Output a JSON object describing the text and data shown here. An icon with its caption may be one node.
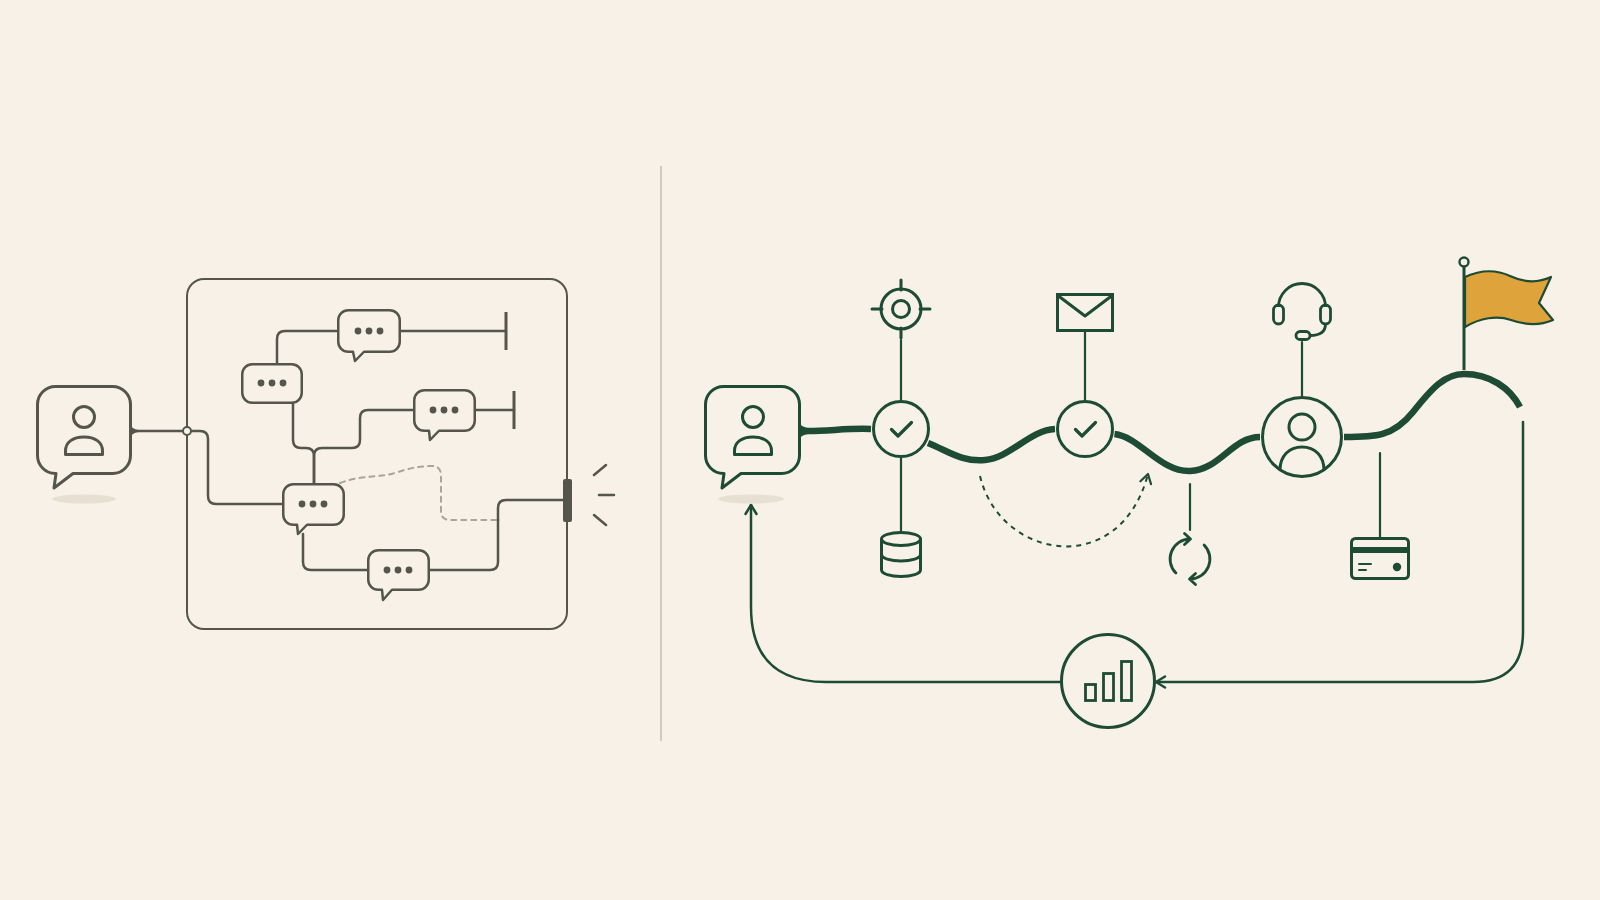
{
  "diagram": {
    "nodes": [
      {
        "text": [],
        "shape": "bubble"
      },
      {
        "text": [],
        "shape": "circle"
      },
      {
        "text": [],
        "shape": "box"
      },
      {
        "text": [],
        "shape": "bubble",
        "in": 2
      },
      {
        "text": [],
        "shape": "bubble",
        "in": 2
      },
      {
        "text": [],
        "shape": "bubble",
        "in": 2
      },
      {
        "text": [],
        "shape": "bubble",
        "in": 2
      },
      {
        "text": [],
        "shape": "bubble",
        "in": 2
      },
      {
        "text": [],
        "shape": "bar"
      },
      {
        "text": [],
        "shape": "picture"
      },
      {
        "text": [],
        "shape": "picture"
      },
      {
        "text": [],
        "shape": "picture"
      },
      {
        "text": [],
        "shape": "picture"
      },
      {
        "text": [],
        "shape": "bubble"
      },
      {
        "text": [],
        "shape": "circle"
      },
      {
        "text": [],
        "shape": "circle"
      },
      {
        "text": [],
        "shape": "circle"
      },
      {
        "text": [],
        "shape": "cylinder"
      },
      {
        "text": [],
        "shape": "picture"
      },
      {
        "text": [],
        "shape": "picture"
      },
      {
        "text": [],
        "shape": "circle"
      }
    ],
    "edges": [
      {
        "from": 0,
        "to": 1,
        "arrow": "none",
        "color": "#56554c"
      },
      {
        "from": 1,
        "to": 6,
        "arrow": "none",
        "color": "#56554c"
      },
      {
        "from": 4,
        "to": 3,
        "arrow": "none",
        "color": "#56554c"
      },
      {
        "from": 3,
        "to": null,
        "arrow": "other",
        "color": "#56554c"
      },
      {
        "from": 6,
        "to": 4,
        "arrow": "none",
        "color": "#56554c"
      },
      {
        "from": 6,
        "to": 5,
        "arrow": "none",
        "color": "#56554c"
      },
      {
        "from": 5,
        "to": null,
        "arrow": "other",
        "color": "#56554c"
      },
      {
        "from": 6,
        "to": 7,
        "arrow": "none",
        "color": "#56554c"
      },
      {
        "from": 7,
        "to": 8,
        "arrow": "none",
        "color": "#56554c"
      },
      {
        "from": 6,
        "to": 8,
        "arrow": "none",
        "style": "dashed",
        "color": "#aaa59a"
      },
      {
        "from": 13,
        "to": 14,
        "arrow": "none",
        "style": "thick"
      },
      {
        "from": 14,
        "to": 15,
        "arrow": "none",
        "style": "thick"
      },
      {
        "from": 15,
        "to": 16,
        "arrow": "none",
        "style": "thick"
      },
      {
        "from": 16,
        "to": 12,
        "arrow": "none",
        "style": "thick"
      },
      {
        "from": 12,
        "to": null,
        "arrow": "none",
        "style": "thick"
      },
      {
        "from": 9,
        "to": 14,
        "arrow": "none"
      },
      {
        "from": 14,
        "to": 17,
        "arrow": "none"
      },
      {
        "from": 10,
        "to": 15,
        "arrow": "none"
      },
      {
        "from": 11,
        "to": 16,
        "arrow": "none"
      },
      {
        "from": null,
        "to": 18,
        "arrow": "none"
      },
      {
        "from": null,
        "to": 19,
        "arrow": "none"
      },
      {
        "from": null,
        "to": 20,
        "arrow": "to"
      },
      {
        "from": 20,
        "to": 13,
        "arrow": "to"
      }
    ]
  }
}
